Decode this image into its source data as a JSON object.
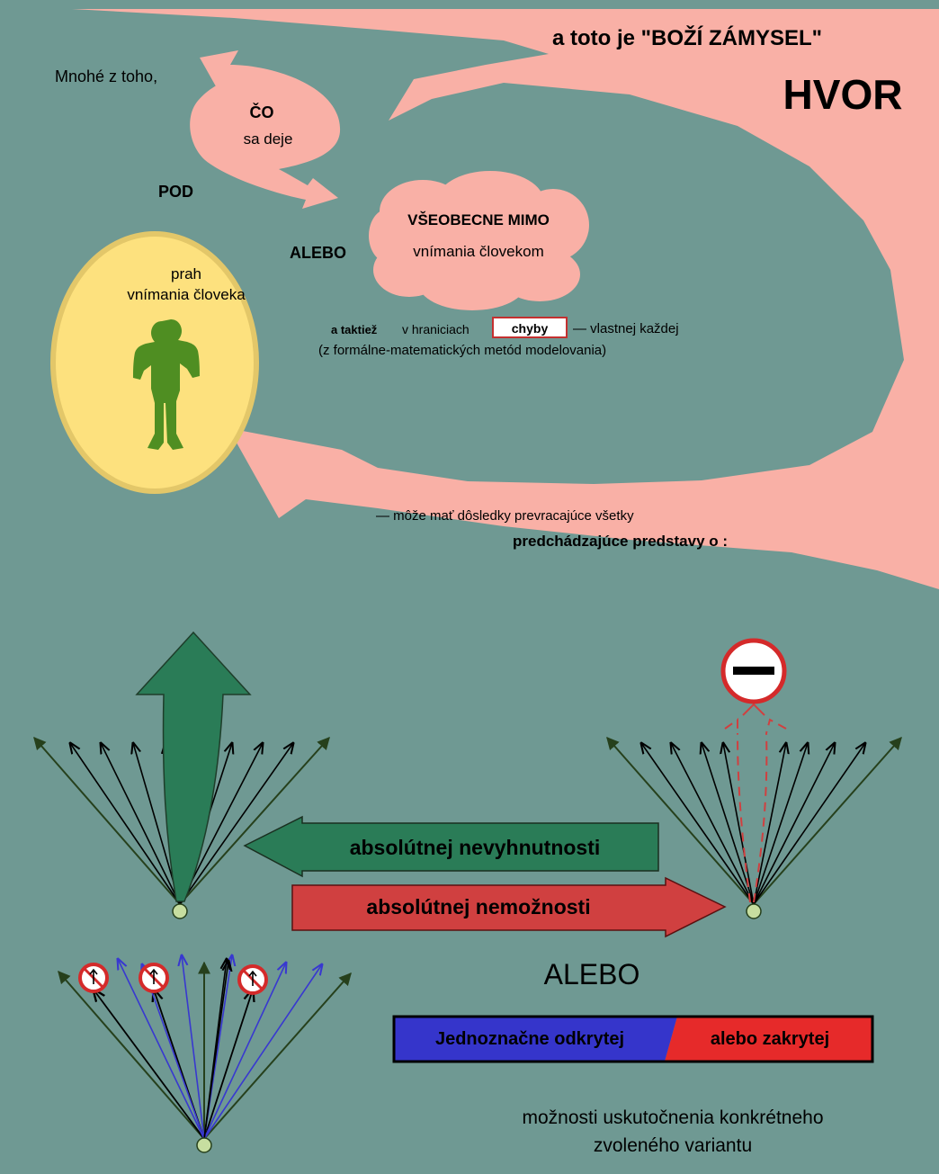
{
  "colors": {
    "background": "#6f9993",
    "hvor": "#f9b0a6",
    "circle": "#fde17e",
    "circle_border": "#e3c769",
    "human": "#4f8e22",
    "arrow_green": "#2a7c57",
    "arrow_red": "#d04040",
    "ray_dark": "#26401c",
    "ray_blue": "#3838d0",
    "badge_blue": "#3535cb",
    "badge_red": "#e62a2a",
    "node": "#c7dea0",
    "forbid_red": "#d42a2a"
  },
  "top": {
    "title": "a toto je \"BOŽÍ ZÁMYSEL\"",
    "hvor": "HVOR",
    "mnohe": "Mnohé z toho,",
    "co": "ČO",
    "sa_deje": "sa deje",
    "pod": "POD",
    "alebo": "ALEBO",
    "cloud_title": "VŠEOBECNE MIMO",
    "cloud_sub": "vnímania človekom",
    "circle_line1": "prah",
    "circle_line2": "vnímania človeka",
    "taktiez": "a taktiež",
    "v_hraniciach": "v hraniciach",
    "chyby": "chyby",
    "vlastnej": "— vlastnej každej",
    "formalne": "(z formálne-matematických metód modelovania)",
    "moze": "— môže mať dôsledky prevracajúce všetky",
    "predchadzajuce": "predchádzajúce predstavy o :"
  },
  "bottom": {
    "nevyhnutnosti": "absolútnej nevyhnutnosti",
    "nemoznosti": "absolútnej nemožnosti",
    "alebo": "ALEBO",
    "odkrytej": "Jednoznačne odkrytej",
    "zakrytej": "alebo zakrytej",
    "moznosti_line1": "možnosti  uskutočnenia konkrétneho",
    "moznosti_line2": "zvoleného variantu"
  }
}
